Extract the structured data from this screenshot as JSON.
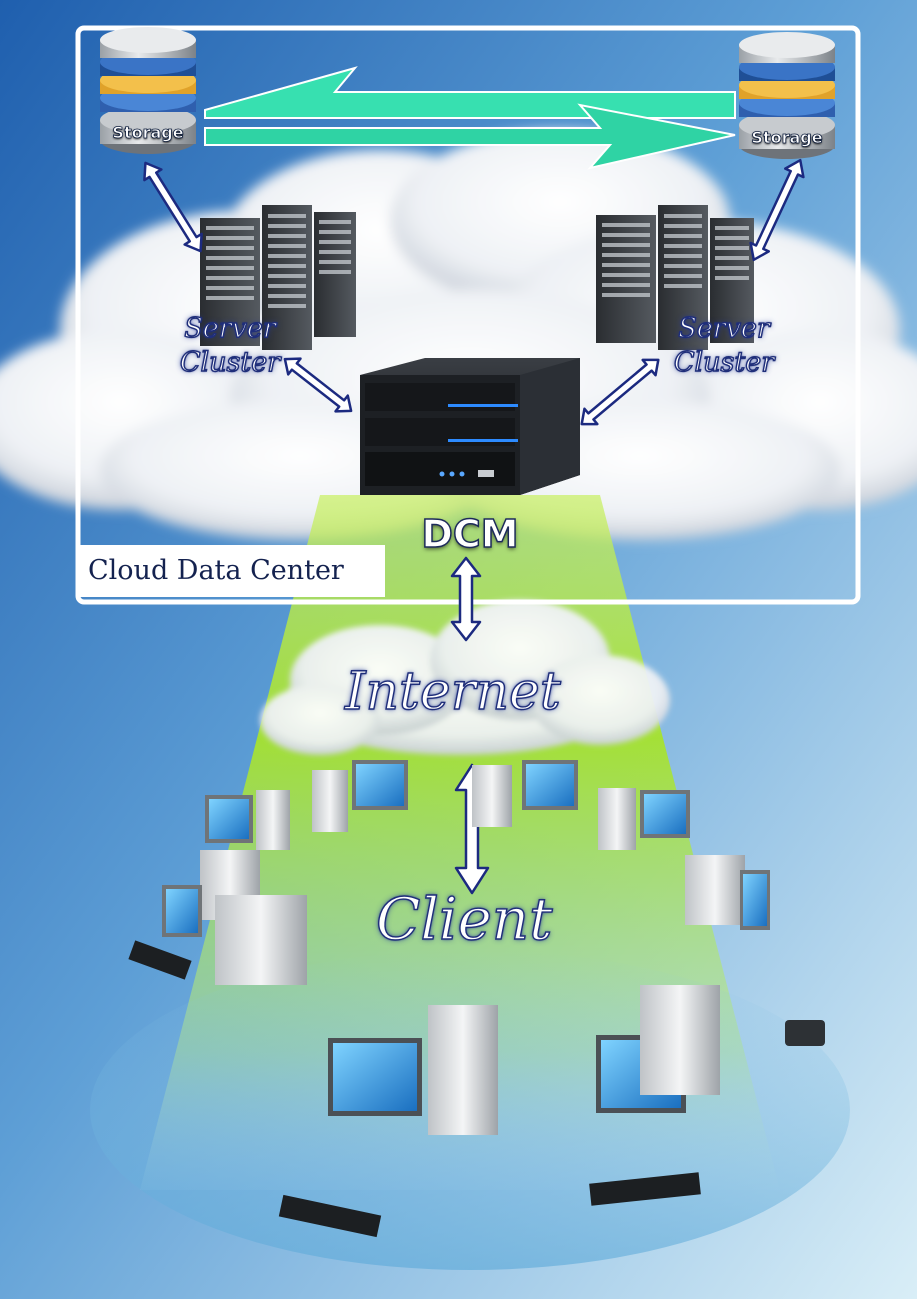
{
  "labels": {
    "storage_left": "Storage",
    "storage_right": "Storage",
    "server_cluster_left": "Server Cluster",
    "server_cluster_right": "Server Cluster",
    "dcm": "DCM",
    "cloud_data_center": "Cloud Data Center",
    "internet": "Internet",
    "client": "Client"
  },
  "colors": {
    "sky_top": "#1f5fae",
    "sky_bottom": "#d9eef7",
    "beam_green": "#a6e22e",
    "arrow_fill": "#ffffff",
    "arrow_stroke": "#1c2a80",
    "replication_arrow": "#37e0b0",
    "frame": "#ffffff"
  },
  "icons": {
    "storage": "database-stack-icon",
    "server_cluster": "server-rack-icon",
    "dcm": "server-box-icon",
    "client": "desktop-computer-icon",
    "internet": "cloud-icon"
  }
}
